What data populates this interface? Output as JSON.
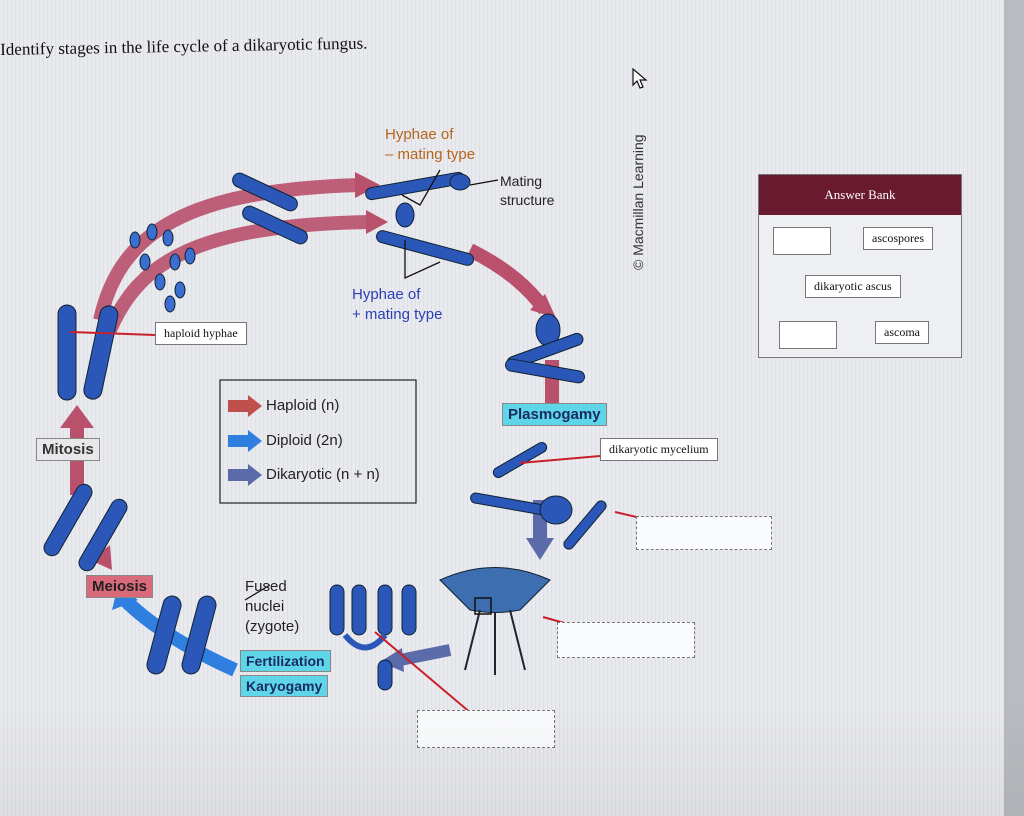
{
  "question": {
    "title": "Identify stages in the life cycle of a dikaryotic fungus."
  },
  "diagram": {
    "labels": {
      "hyphae_minus": "Hyphae of\n– mating type",
      "mating_structure": "Mating\nstructure",
      "hyphae_plus": "Hyphae of\n+ mating type",
      "fused_nuclei": "Fused\nnuclei\n(zygote)",
      "credit": "© Macmillan Learning"
    },
    "stages": {
      "mitosis": "Mitosis",
      "meiosis": "Meiosis",
      "plasmogamy": "Plasmogamy",
      "fertilization": "Fertilization",
      "karyogamy": "Karyogamy"
    },
    "legend": [
      {
        "label": "Haploid (n)",
        "color": "#c0504d"
      },
      {
        "label": "Diploid (2n)",
        "color": "#2f7fe0"
      },
      {
        "label": "Dikaryotic (n + n)",
        "color": "#5b6aa8"
      }
    ],
    "placed_answers": {
      "haploid_hyphae": "haploid hyphae",
      "dikaryotic_mycelium": "dikaryotic mycelium"
    }
  },
  "answer_bank": {
    "title": "Answer Bank",
    "chips": [
      "ascospores",
      "dikaryotic ascus",
      "ascoma"
    ]
  },
  "colors": {
    "haploid": "#c0504d",
    "diploid": "#2f7fe0",
    "dikaryotic": "#5b6aa8",
    "bank_header": "#6a1a2e",
    "leader_line": "#c8202a"
  }
}
